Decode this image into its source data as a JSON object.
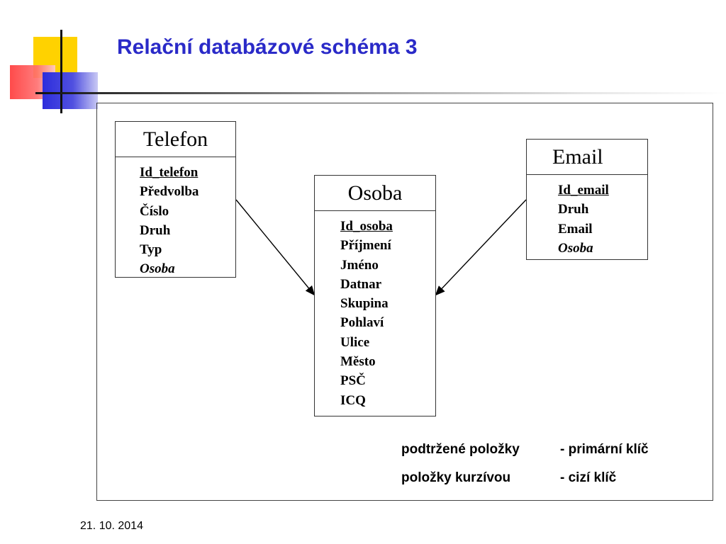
{
  "slide": {
    "title": "Relační databázové schéma 3",
    "date": "21. 10. 2014"
  },
  "colors": {
    "title": "#2a2ac8",
    "deco_yellow": "#ffd200",
    "deco_red": "#ff3b3b",
    "deco_blue": "#2d2ddc"
  },
  "entities": {
    "telefon": {
      "name": "Telefon",
      "attributes": [
        "Id_telefon",
        "Předvolba",
        "Číslo",
        "Druh",
        "Typ",
        "Osoba"
      ],
      "primary_key": "Id_telefon",
      "foreign_key": "Osoba"
    },
    "osoba": {
      "name": "Osoba",
      "attributes": [
        "Id_osoba",
        "Příjmení",
        "Jméno",
        "Datnar",
        "Skupina",
        "Pohlaví",
        "Ulice",
        "Město",
        "PSČ",
        "ICQ"
      ],
      "primary_key": "Id_osoba"
    },
    "email": {
      "name": "Email",
      "attributes": [
        "Id_email",
        "Druh",
        "Email",
        "Osoba"
      ],
      "primary_key": "Id_email",
      "foreign_key": "Osoba"
    }
  },
  "relationships": [
    {
      "from": "Telefon",
      "to": "Osoba"
    },
    {
      "from": "Email",
      "to": "Osoba"
    }
  ],
  "legend": {
    "pk_term": "podtržené položky",
    "pk_meaning": "- primární klíč",
    "fk_term": "položky kurzívou",
    "fk_meaning": "- cizí klíč"
  }
}
